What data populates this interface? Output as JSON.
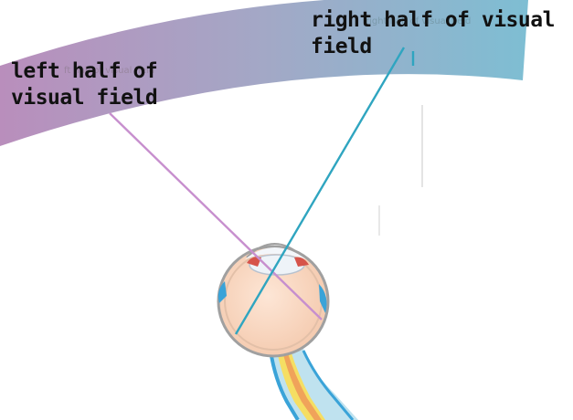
{
  "labels": {
    "left_line1": "left half of",
    "left_line2": "visual field",
    "right_line1": "right half of visual",
    "right_line2": "field"
  },
  "colors": {
    "band_left": "#b98ebc",
    "band_mid": "#a3a8c6",
    "band_right": "#7ebed3",
    "left_ray": "#c78fce",
    "right_ray": "#2fa5c0",
    "eyeball": "#fbdcc6",
    "eye_outline": "#a0a0a0",
    "eye_blue": "#3aa3d8",
    "optic_yellow": "#f5de63",
    "optic_orange": "#f0a35a"
  },
  "icons": {
    "eye": "eye-cross-section-icon"
  }
}
